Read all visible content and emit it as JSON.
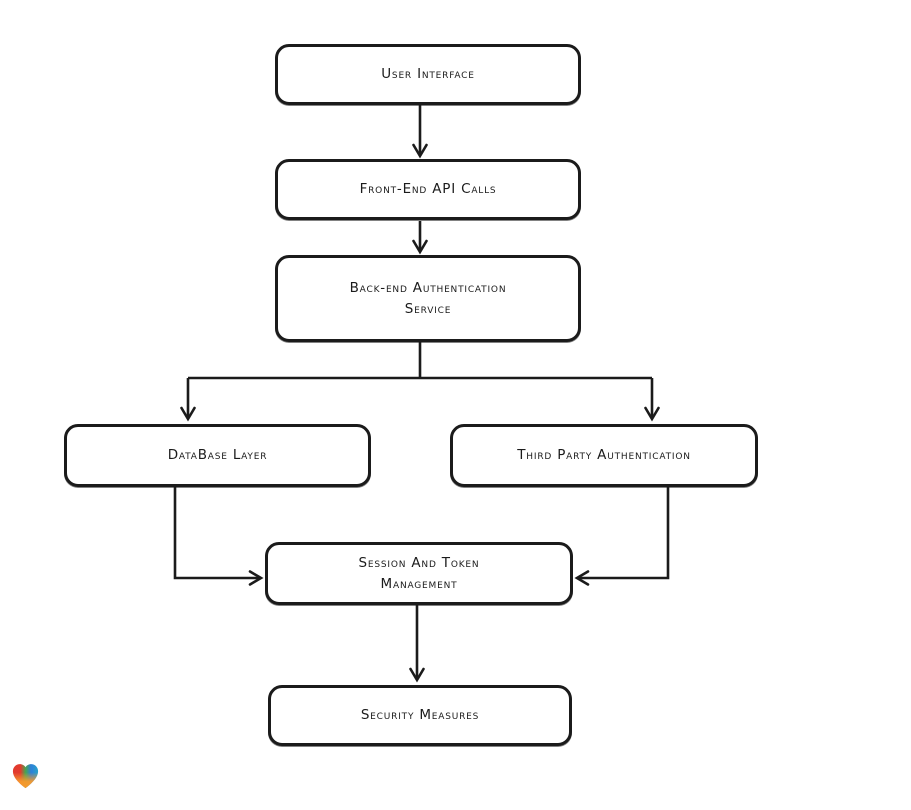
{
  "diagram": {
    "type": "flowchart",
    "background": "#ffffff",
    "stroke_color": "#1b1b1b",
    "node_fill": "#ffffff",
    "nodes": [
      {
        "id": "user-interface",
        "label": "User Interface"
      },
      {
        "id": "front-end-api-calls",
        "label": "Front-End API Calls"
      },
      {
        "id": "back-end-authentication-service",
        "label": [
          "Back-end Authentication",
          "Service"
        ]
      },
      {
        "id": "database-layer",
        "label": "DataBase Layer"
      },
      {
        "id": "third-party-authentication",
        "label": "Third Party Authentication"
      },
      {
        "id": "session-and-token-management",
        "label": [
          "Session And Token",
          "Management"
        ]
      },
      {
        "id": "security-measures",
        "label": "Security Measures"
      }
    ],
    "edges": [
      {
        "from": "user-interface",
        "to": "front-end-api-calls"
      },
      {
        "from": "front-end-api-calls",
        "to": "back-end-authentication-service"
      },
      {
        "from": "back-end-authentication-service",
        "to": "database-layer"
      },
      {
        "from": "back-end-authentication-service",
        "to": "third-party-authentication"
      },
      {
        "from": "database-layer",
        "to": "session-and-token-management"
      },
      {
        "from": "third-party-authentication",
        "to": "session-and-token-management"
      },
      {
        "from": "session-and-token-management",
        "to": "security-measures"
      }
    ]
  },
  "watermark": {
    "name": "eraser-heart-logo",
    "colors": {
      "red": "#e23a2e",
      "green": "#47a64f",
      "blue": "#2e7fd9",
      "teal": "#27a3c9",
      "orange": "#f69a2d"
    }
  }
}
